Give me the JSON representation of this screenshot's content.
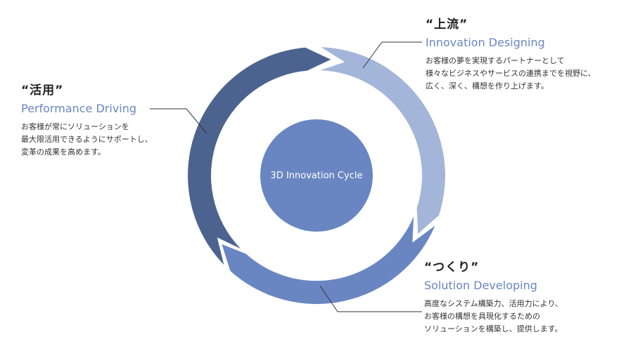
{
  "center": {
    "label": "3D Innovation Cycle"
  },
  "colors": {
    "upstream": "#a4b5da",
    "making": "#6a86c2",
    "utilization": "#4d638f",
    "center": "#6a86c2",
    "subtitle": "#6a86c2",
    "leader": "#333333"
  },
  "phases": [
    {
      "key": "upstream",
      "title": "“上流”",
      "subtitle": "Innovation Designing",
      "description": [
        "お客様の夢を実現するパートナーとして",
        "様々なビジネスやサービスの連携までを視野に、",
        "広く、深く、構想を作り上げます。"
      ]
    },
    {
      "key": "making",
      "title": "“つくり”",
      "subtitle": "Solution Developing",
      "description": [
        "高度なシステム構築力、活用力により、",
        "お客様の構想を具現化するための",
        "ソリューションを構築し、提供します。"
      ]
    },
    {
      "key": "utilization",
      "title": "“活用”",
      "subtitle": "Performance Driving",
      "description": [
        "お客様が常にソリューションを",
        "最大限活用できるようにサポートし、",
        "変革の成果を高めます。"
      ]
    }
  ]
}
